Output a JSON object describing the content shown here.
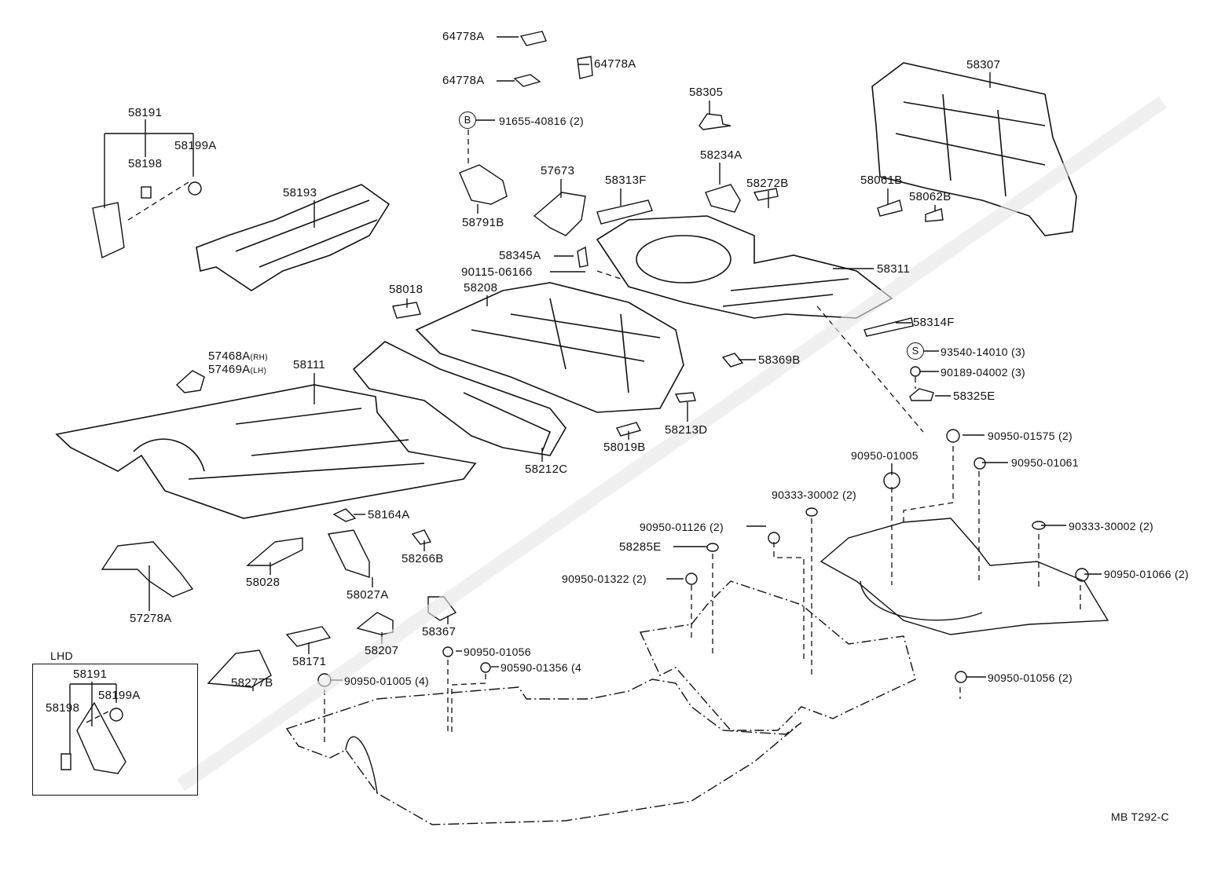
{
  "diagram_code": "MB T292-C",
  "inset": {
    "title": "LHD",
    "labels": [
      "58191",
      "58199A",
      "58198"
    ]
  },
  "symbols": {
    "bolt": "B",
    "screw": "S"
  },
  "parts": [
    "64778A",
    "64778A",
    "64778A",
    "58305",
    "91655-40816 (2)",
    "58191",
    "58198",
    "58199A",
    "58193",
    "58307",
    "58234A",
    "57673",
    "58313F",
    "58272B",
    "58061B",
    "58062B",
    "58791B",
    "58345A",
    "90115-06166",
    "58311",
    "58018",
    "58208",
    "58314F",
    "93540-14010 (3)",
    "90189-04002 (3)",
    "58325E",
    "57468A",
    "57469A",
    "58111",
    "58369B",
    "58213D",
    "58019B",
    "58212C",
    "90950-01575 (2)",
    "90950-01005",
    "90950-01061",
    "90333-30002 (2)",
    "58164A",
    "90950-01126 (2)",
    "90333-30002 (2)",
    "58285E",
    "58266B",
    "58028",
    "90950-01322 (2)",
    "90950-01066 (2)",
    "57278A",
    "58027A",
    "58367",
    "58171",
    "58207",
    "90950-01056",
    "90590-01356 (4",
    "90950-01056 (2)",
    "90950-01005 (4)",
    "58277B"
  ],
  "suffix": {
    "rh": "(RH)",
    "lh": "(LH)"
  }
}
